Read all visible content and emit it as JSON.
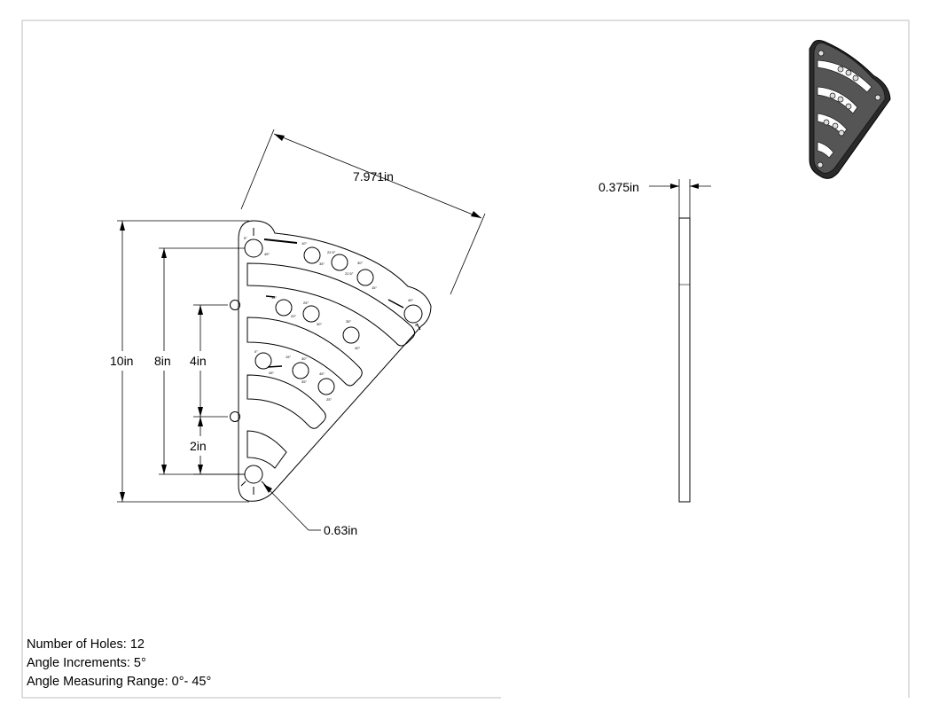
{
  "dimensions": {
    "width_along_edge": "7.971in",
    "thickness": "0.375in",
    "overall_height": "10in",
    "hole_span_height": "8in",
    "side_hole_spacing": "4in",
    "lower_side_hole": "2in",
    "hole_diameter": "0.63in"
  },
  "plate_labels": {
    "row1": [
      "5°",
      "10°",
      "22.5°",
      "30°",
      "45°"
    ],
    "row1_lower": [
      "45°",
      "35°",
      "22.5°",
      "15°"
    ],
    "row2": [
      "15°",
      "25°",
      "35°",
      "5°"
    ],
    "row2_lower": [
      "20°",
      "30°",
      "40°"
    ],
    "row3": [
      "0°",
      "15°",
      "30°",
      "45°"
    ],
    "row3_lower": [
      "45°",
      "35°",
      "25°"
    ]
  },
  "notes": {
    "holes": "Number of Holes: 12",
    "increments": "Angle Increments: 5°",
    "range": "Angle Measuring Range: 0°- 45°"
  },
  "colors": {
    "line": "#000000",
    "preview_fill": "#3a3a3a",
    "border": "#c8c8c8"
  }
}
